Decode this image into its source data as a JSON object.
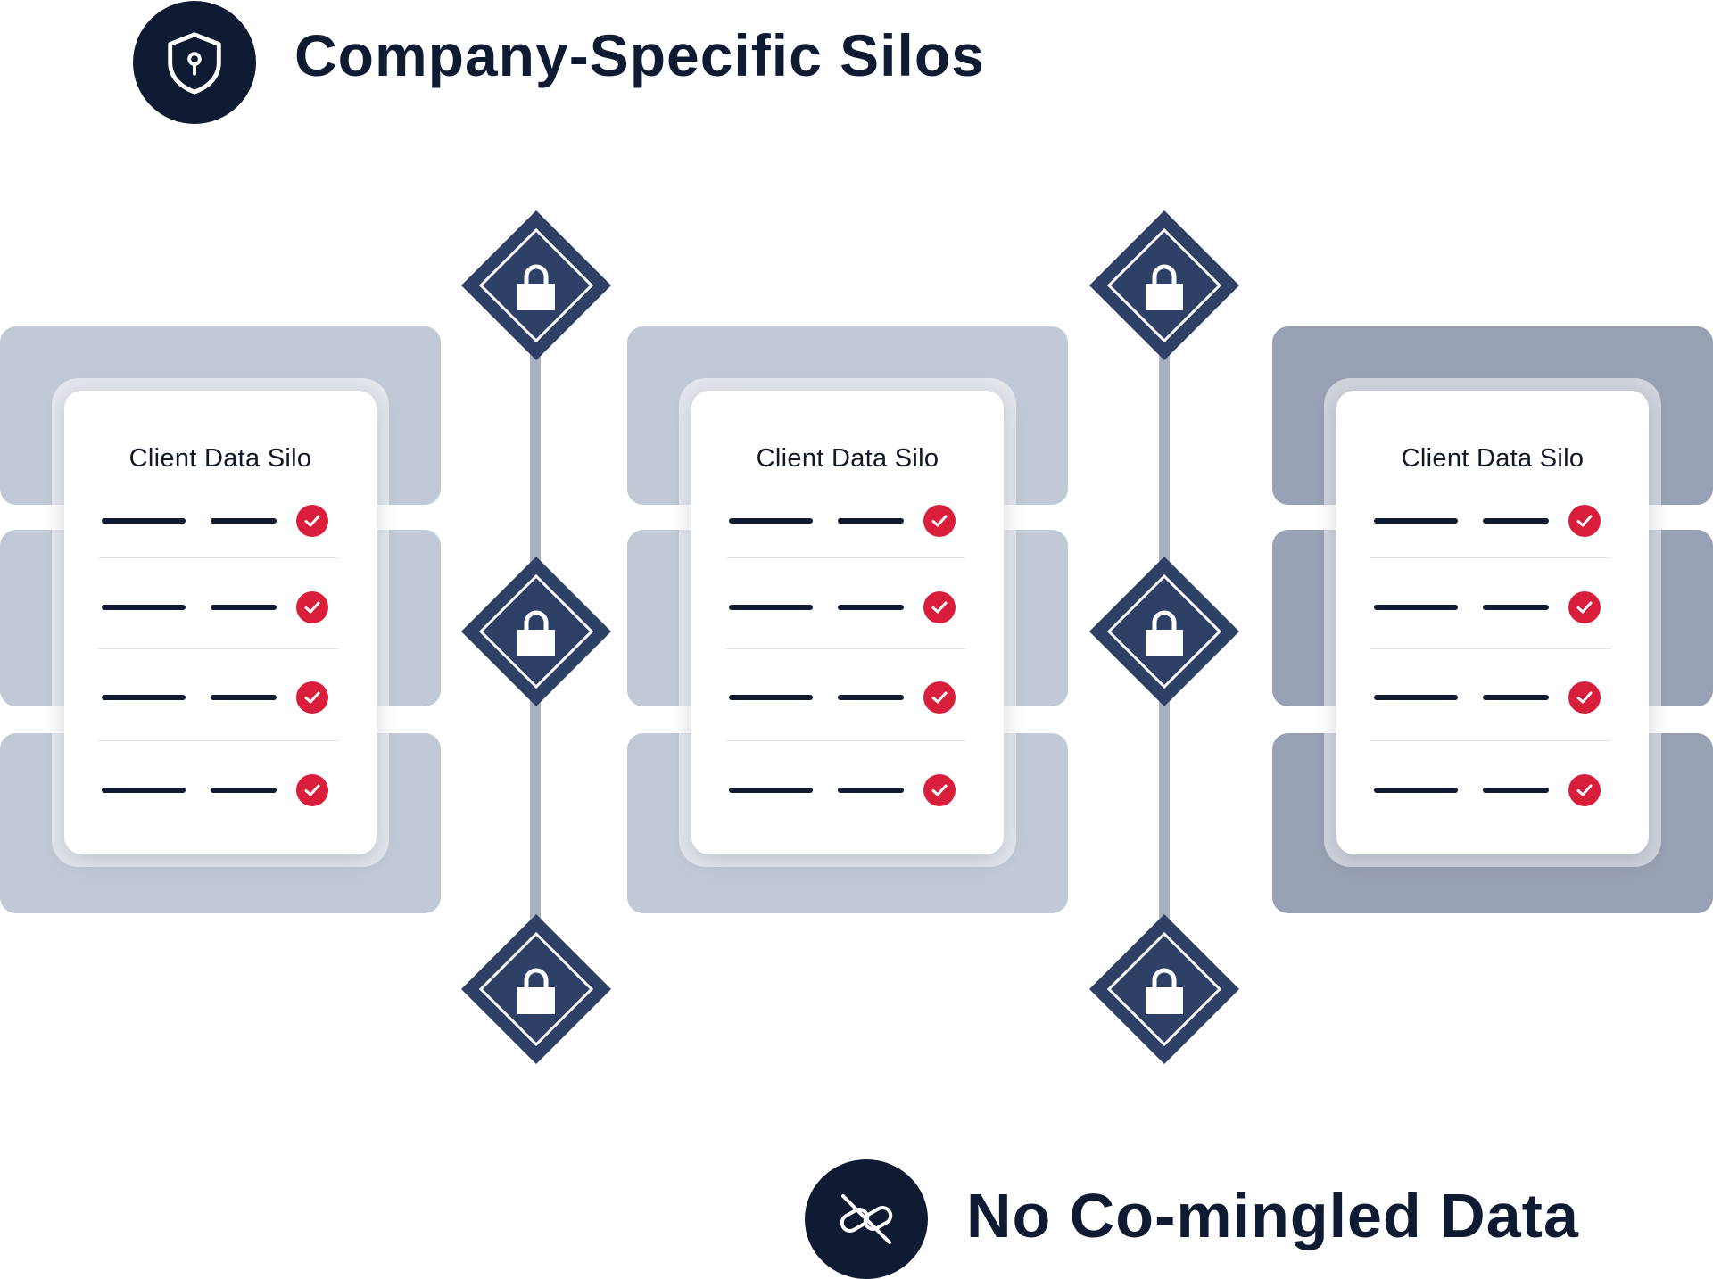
{
  "header": {
    "title": "Company-Specific Silos",
    "icon": "shield-keyhole-icon"
  },
  "footer": {
    "title": "No Co-mingled Data",
    "icon": "broken-link-icon"
  },
  "silos": [
    {
      "title": "Client Data Silo",
      "shade": "light",
      "rows": [
        {
          "status": "checked"
        },
        {
          "status": "checked"
        },
        {
          "status": "checked"
        },
        {
          "status": "checked"
        }
      ]
    },
    {
      "title": "Client Data Silo",
      "shade": "light",
      "rows": [
        {
          "status": "checked"
        },
        {
          "status": "checked"
        },
        {
          "status": "checked"
        },
        {
          "status": "checked"
        }
      ]
    },
    {
      "title": "Client Data Silo",
      "shade": "dark",
      "rows": [
        {
          "status": "checked"
        },
        {
          "status": "checked"
        },
        {
          "status": "checked"
        },
        {
          "status": "checked"
        }
      ]
    }
  ],
  "lock_icon": "padlock-icon",
  "colors": {
    "navy": "#0f1b33",
    "lock_fill": "#2f4066",
    "check_red": "#d81e3a",
    "band_light": "#c2c9d6",
    "band_dark": "#98a0b3",
    "connector": "#a9b0bf"
  }
}
